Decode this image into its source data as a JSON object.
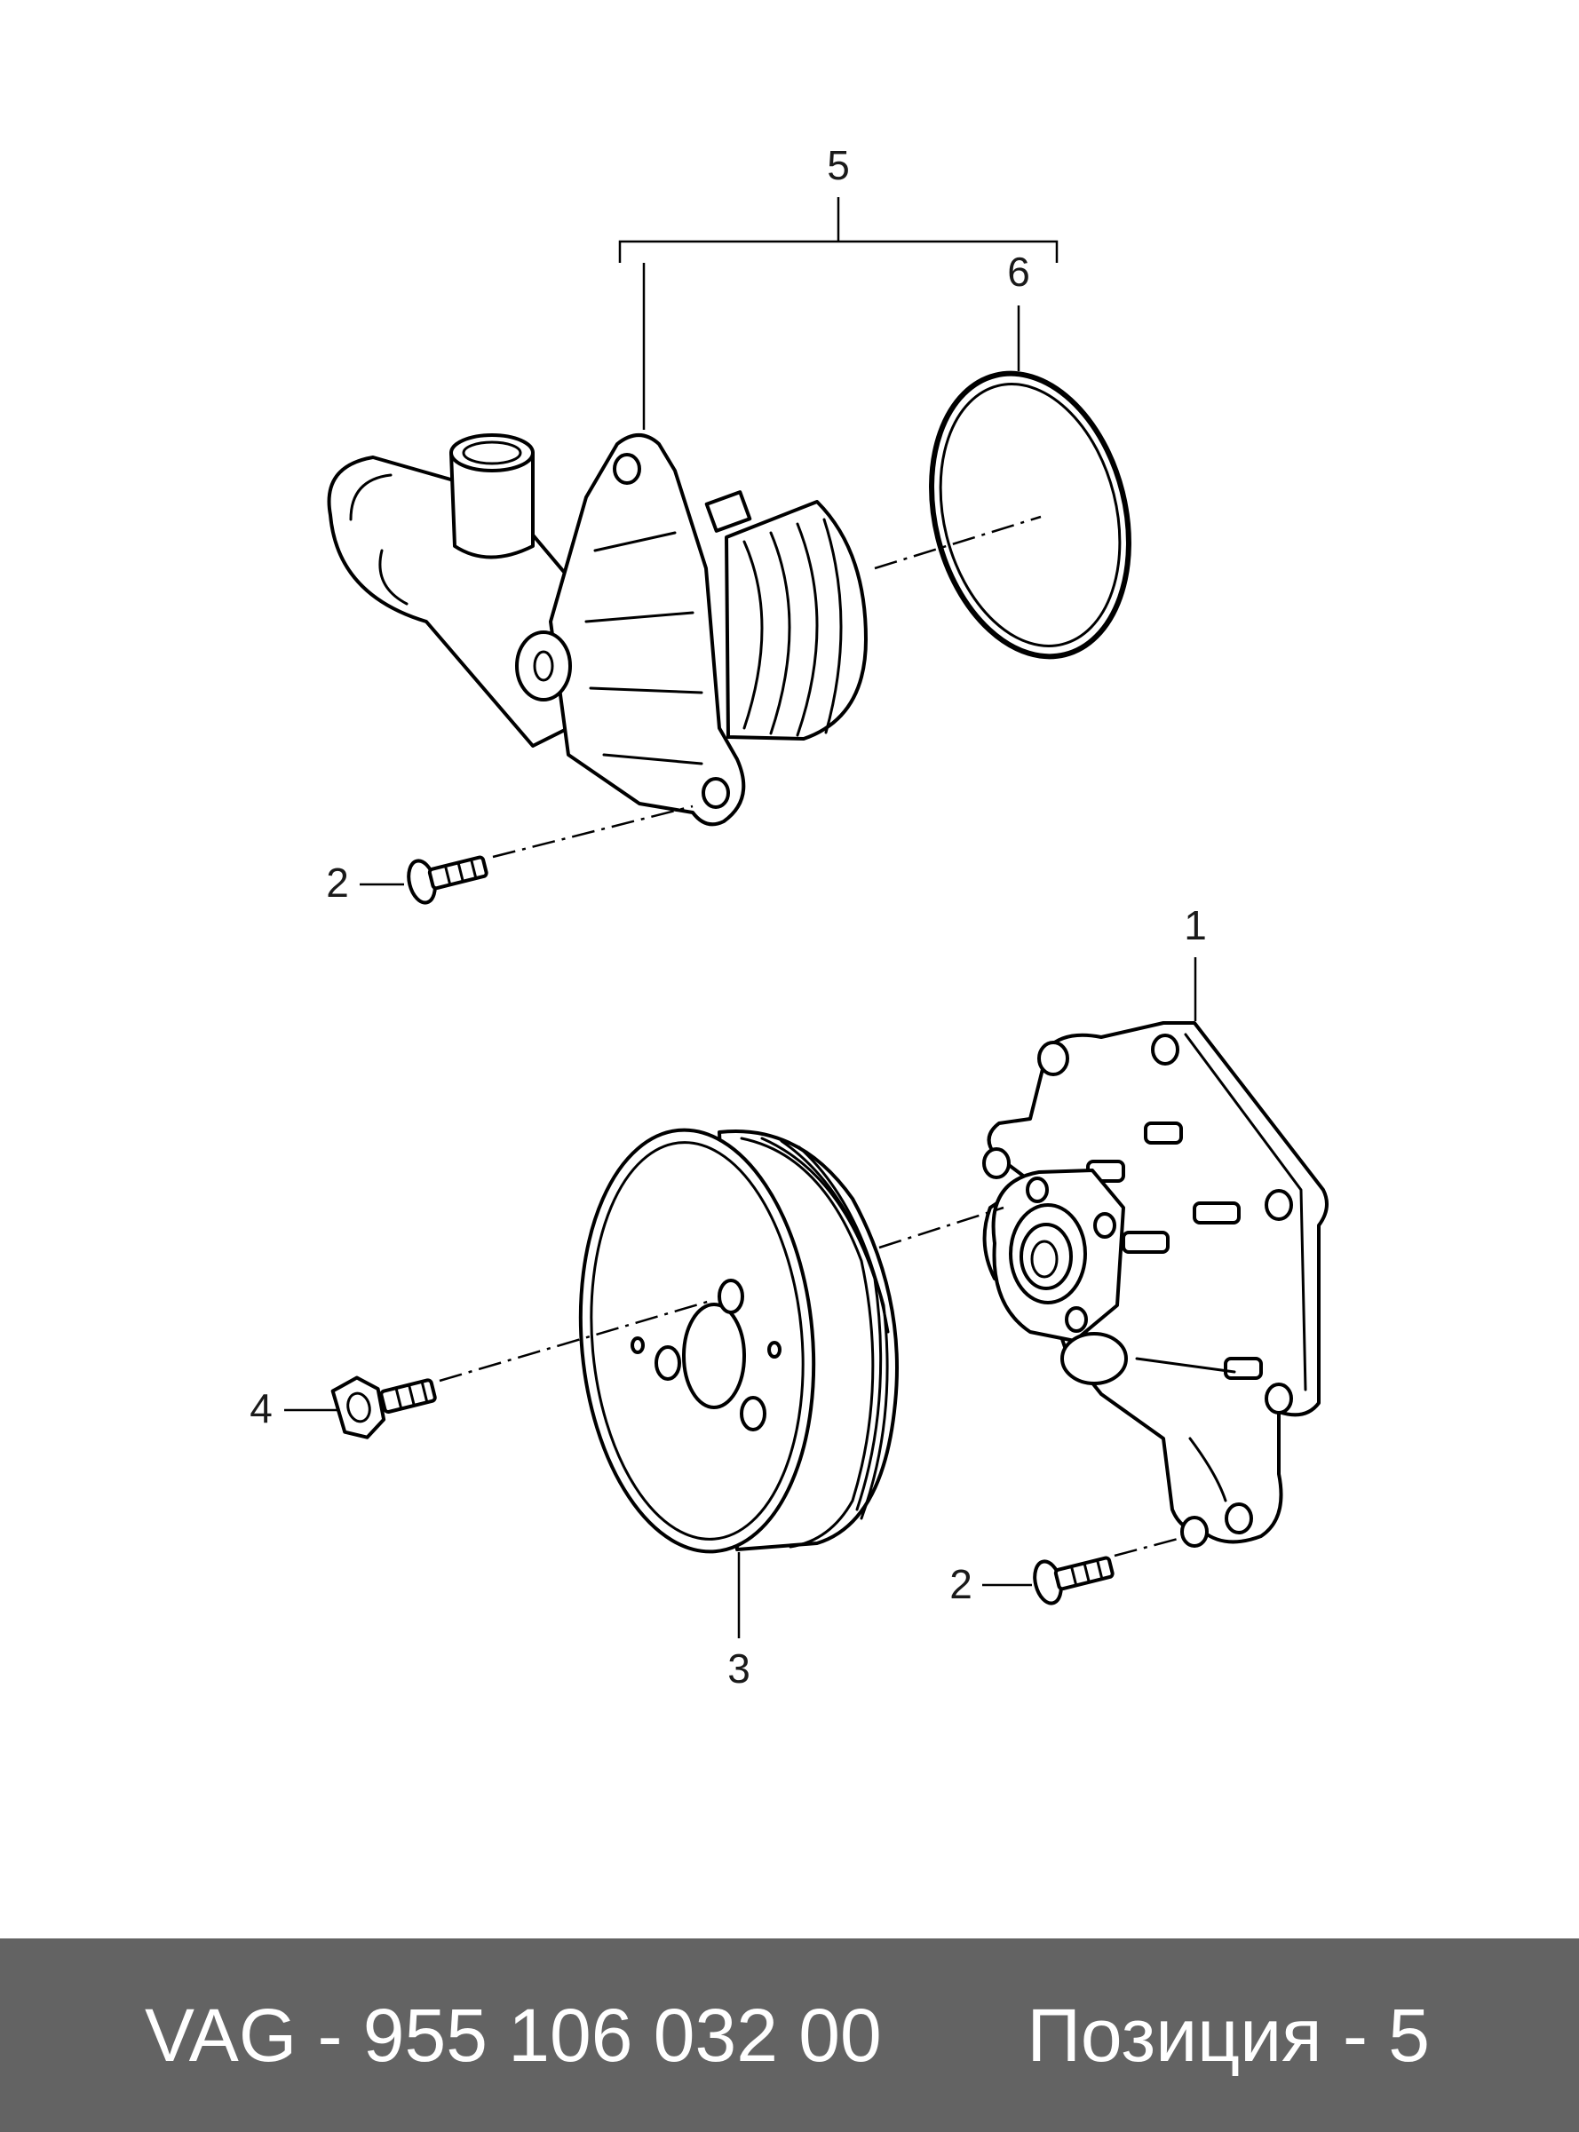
{
  "callouts": {
    "c1": "1",
    "c2a": "2",
    "c2b": "2",
    "c3": "3",
    "c4": "4",
    "c5": "5",
    "c6": "6"
  },
  "footer": {
    "part_number": "VAG - 955 106 032 00",
    "position": "Позиция - 5"
  },
  "colors": {
    "footer_background": "#636363",
    "footer_text": "#ffffff",
    "line": "#000000"
  }
}
